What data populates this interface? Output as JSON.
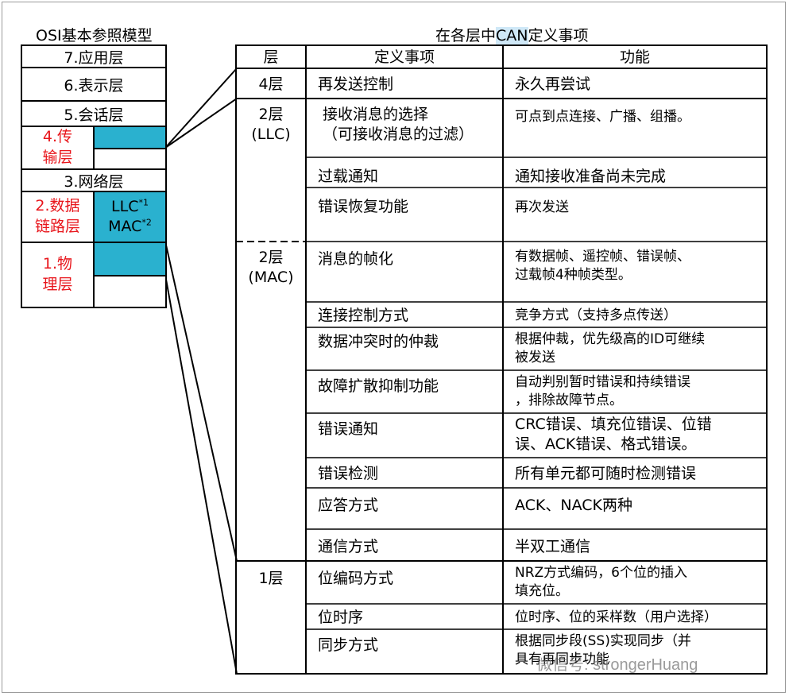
{
  "titles": {
    "osi": "OSI基本参照模型",
    "can_prefix": "在各层中",
    "can_highlight": "CAN",
    "can_suffix": "定义事项"
  },
  "osi": {
    "application": "7.应用层",
    "presentation": "6.表示层",
    "session": "5.会话层",
    "transport_1": "4.传",
    "transport_2": "输层",
    "network": "3.网络层",
    "datalink_1": "2.数据",
    "datalink_2": "链路层",
    "llc": "LLC",
    "llc_note": "*1",
    "mac": "MAC",
    "mac_note": "*2",
    "physical_1": "1.物",
    "physical_2": "理层"
  },
  "table": {
    "headers": {
      "layer": "层",
      "item": "定义事项",
      "function": "功能"
    },
    "layers": {
      "l4": "4层",
      "llc_1": "2层",
      "llc_2": "(LLC)",
      "mac_1": "2层",
      "mac_2": "(MAC)",
      "l1": "1层"
    },
    "rows": [
      {
        "item": "再发送控制",
        "func": "永久再尝试"
      },
      {
        "item": "接收消息的选择",
        "item2": "（可接收消息的过滤）",
        "func": "可点到点连接、广播、组播。"
      },
      {
        "item": "过载通知",
        "func": "通知接收准备尚未完成"
      },
      {
        "item": "错误恢复功能",
        "func": "再次发送"
      },
      {
        "item": "消息的帧化",
        "func": "有数据帧、遥控帧、错误帧、",
        "func2": "过载帧4种帧类型。"
      },
      {
        "item": "连接控制方式",
        "func": "竞争方式（支持多点传送）"
      },
      {
        "item": "数据冲突时的仲裁",
        "func": "根据仲裁，优先级高的ID可继续",
        "func2": "被发送"
      },
      {
        "item": "故障扩散抑制功能",
        "func": "自动判别暂时错误和持续错误",
        "func2": "，排除故障节点。"
      },
      {
        "item": "错误通知",
        "func": "CRC错误、填充位错误、位错",
        "func2": "误、ACK错误、格式错误。"
      },
      {
        "item": "错误检测",
        "func": "所有单元都可随时检测错误"
      },
      {
        "item": "应答方式",
        "func": "ACK、NACK两种"
      },
      {
        "item": "通信方式",
        "func": "半双工通信"
      },
      {
        "item": "位编码方式",
        "func": "NRZ方式编码，6个位的插入",
        "func2": "填充位。"
      },
      {
        "item": "位时序",
        "func": "位时序、位的采样数（用户选择）"
      },
      {
        "item": "同步方式",
        "func": "根据同步段(SS)实现同步（并",
        "func2": "具有再同步功能"
      }
    ]
  },
  "watermark": "微信号: strongerHuang",
  "colors": {
    "teal": "#2ab1cf",
    "red": "#e8151b",
    "highlight": "#cfe8f7"
  }
}
